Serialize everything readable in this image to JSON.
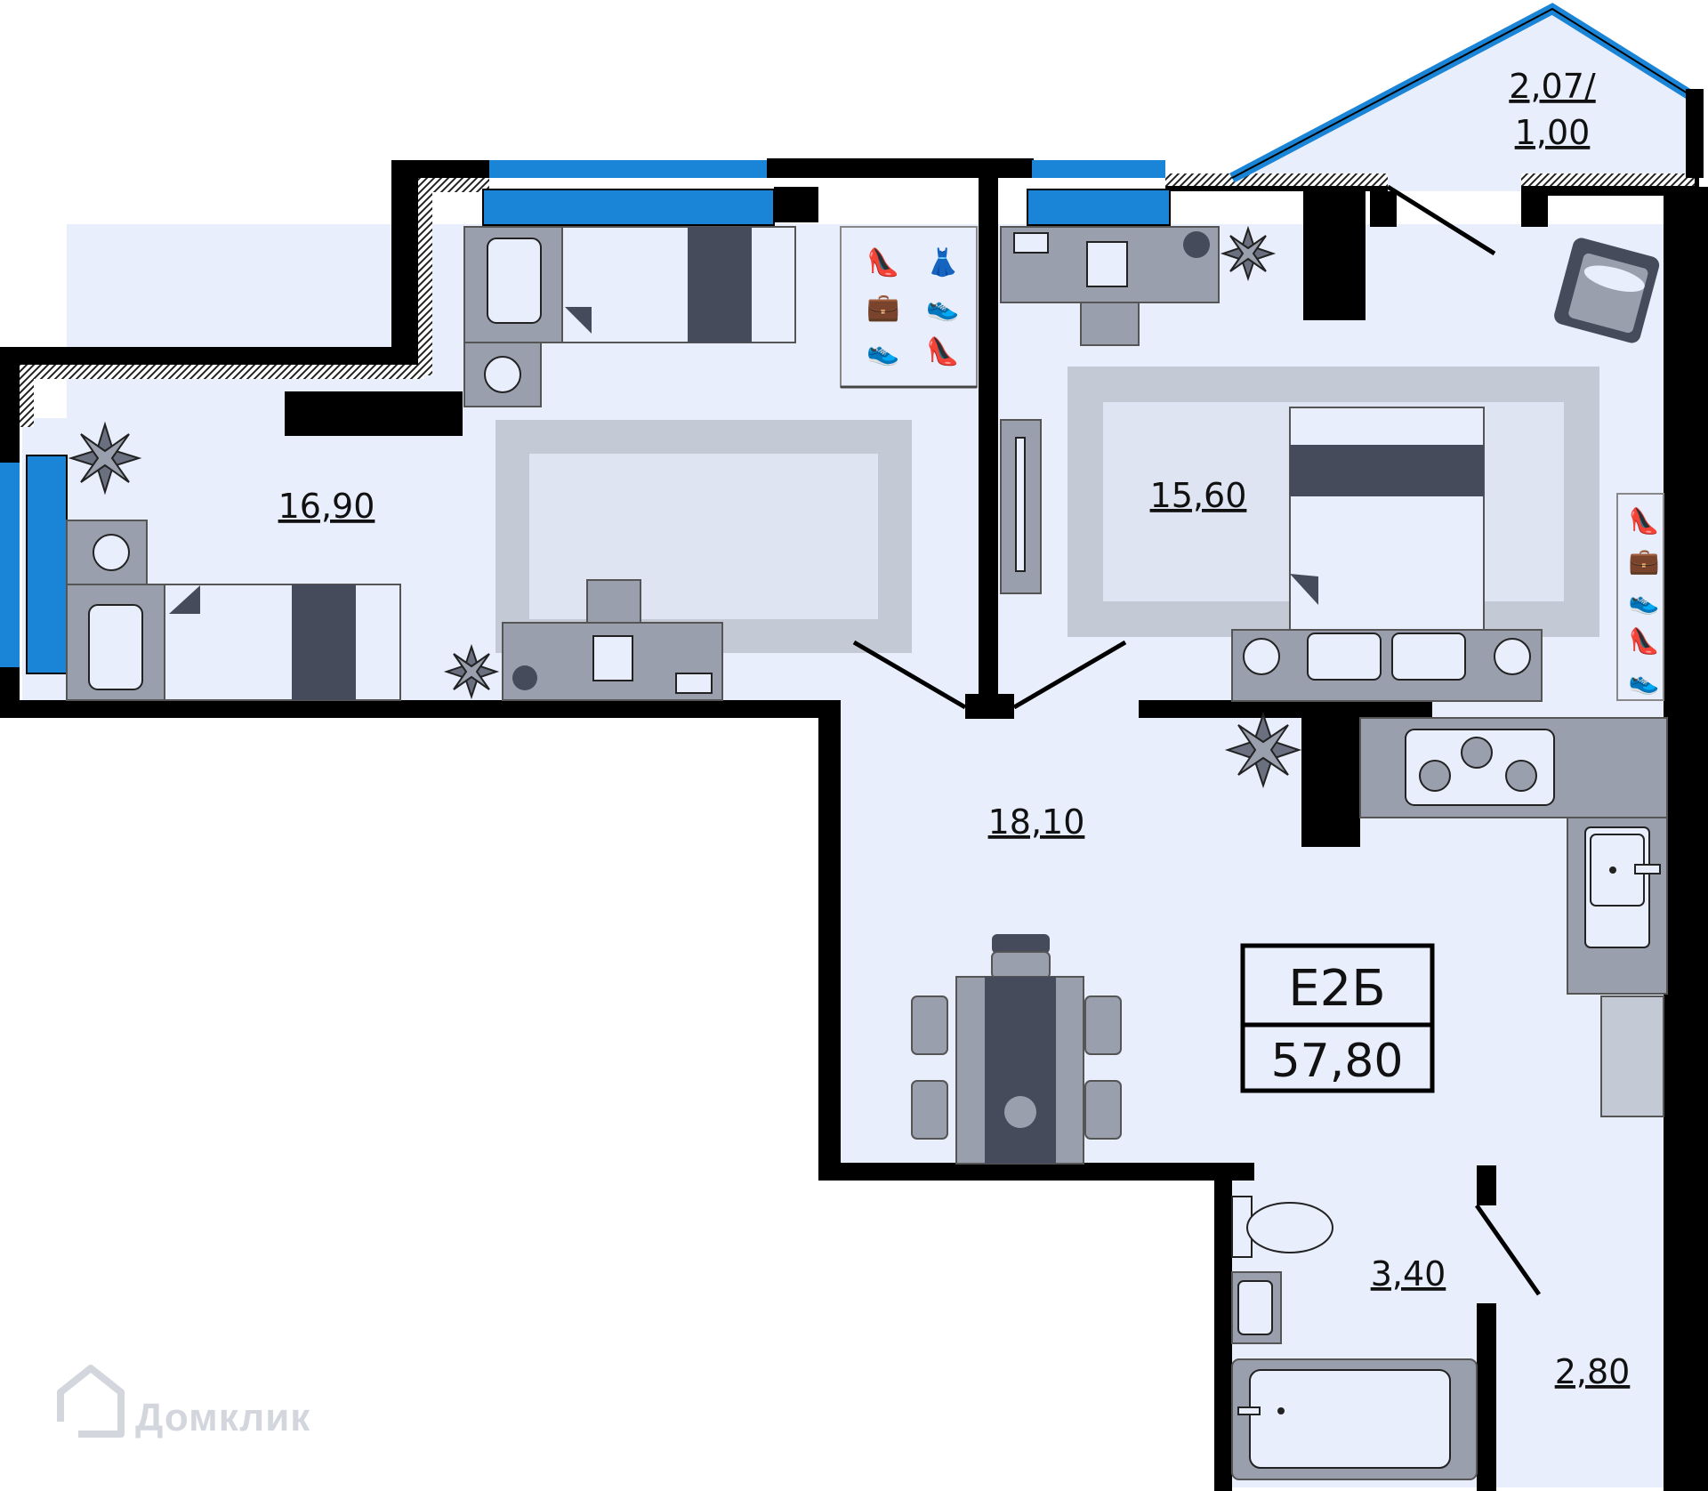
{
  "apartment": {
    "code": "Е2Б",
    "total_area": "57,80"
  },
  "rooms": [
    {
      "id": "bedroom-left",
      "area": "16,90"
    },
    {
      "id": "bedroom-right",
      "area": "15,60"
    },
    {
      "id": "living-kitchen",
      "area": "18,10"
    },
    {
      "id": "bathroom",
      "area": "3,40"
    },
    {
      "id": "hallway",
      "area": "2,80"
    },
    {
      "id": "loggia",
      "area_line1": "2,07/",
      "area_line2": "1,00"
    }
  ],
  "watermark": "Домклик",
  "colors": {
    "floor": "#e8eefc",
    "wall": "#000000",
    "window": "#1a84d6",
    "furniture": "#9a9fad",
    "furniture_dark": "#454b5a",
    "rug_outer": "#c4c9d6",
    "rug_inner": "#dfe4f2"
  },
  "icons": [
    "plant-icon",
    "stove-icon",
    "sink-icon",
    "toilet-icon",
    "bathtub-icon",
    "bed-icon",
    "desk-icon",
    "armchair-icon",
    "wardrobe-icon",
    "dining-table-icon"
  ]
}
